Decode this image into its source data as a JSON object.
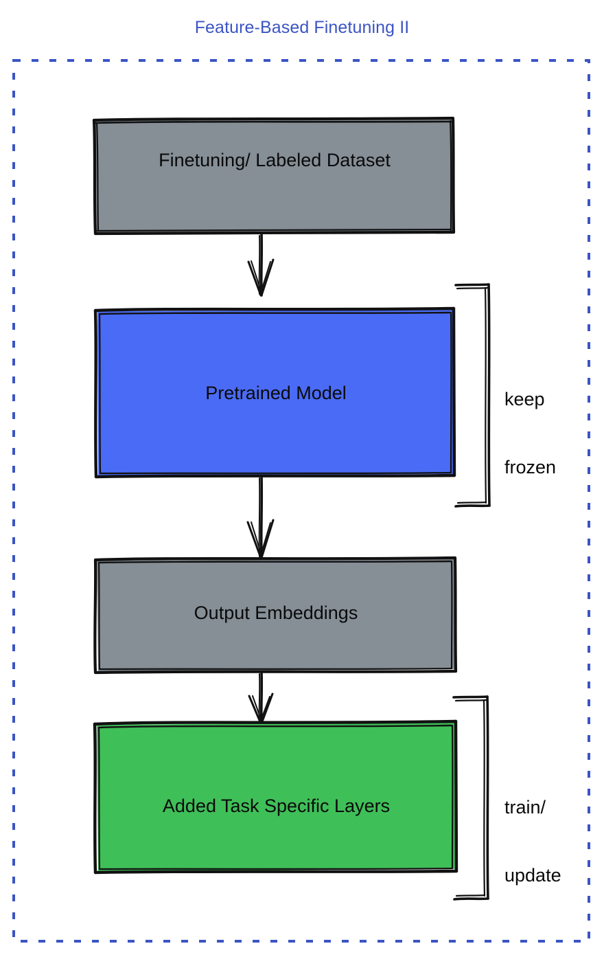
{
  "title": "Feature-Based Finetuning II",
  "colors": {
    "title": "#3b54c4",
    "dashed_border": "#3b54c4",
    "gray_fill": "#868e96",
    "blue_fill": "#4a6bf5",
    "green_fill": "#3fbf58",
    "stroke": "#111111",
    "text": "#0a0a0a",
    "background": "#ffffff"
  },
  "nodes": [
    {
      "id": "dataset",
      "label": "Finetuning/ Labeled Dataset",
      "fill_name": "gray",
      "fill": "#868e96"
    },
    {
      "id": "pretrained",
      "label": "Pretrained Model",
      "fill_name": "blue",
      "fill": "#4a6bf5"
    },
    {
      "id": "embeddings",
      "label": "Output Embeddings",
      "fill_name": "gray",
      "fill": "#868e96"
    },
    {
      "id": "tasklayers",
      "label": "Added Task Specific Layers",
      "fill_name": "green",
      "fill": "#3fbf58"
    }
  ],
  "annotations": [
    {
      "id": "frozen",
      "line1": "keep",
      "line2": "frozen",
      "target": "pretrained"
    },
    {
      "id": "update",
      "line1": "train/",
      "line2": "update",
      "target": "tasklayers"
    }
  ],
  "arrows": [
    {
      "from": "dataset",
      "to": "pretrained"
    },
    {
      "from": "pretrained",
      "to": "embeddings"
    },
    {
      "from": "embeddings",
      "to": "tasklayers"
    }
  ]
}
